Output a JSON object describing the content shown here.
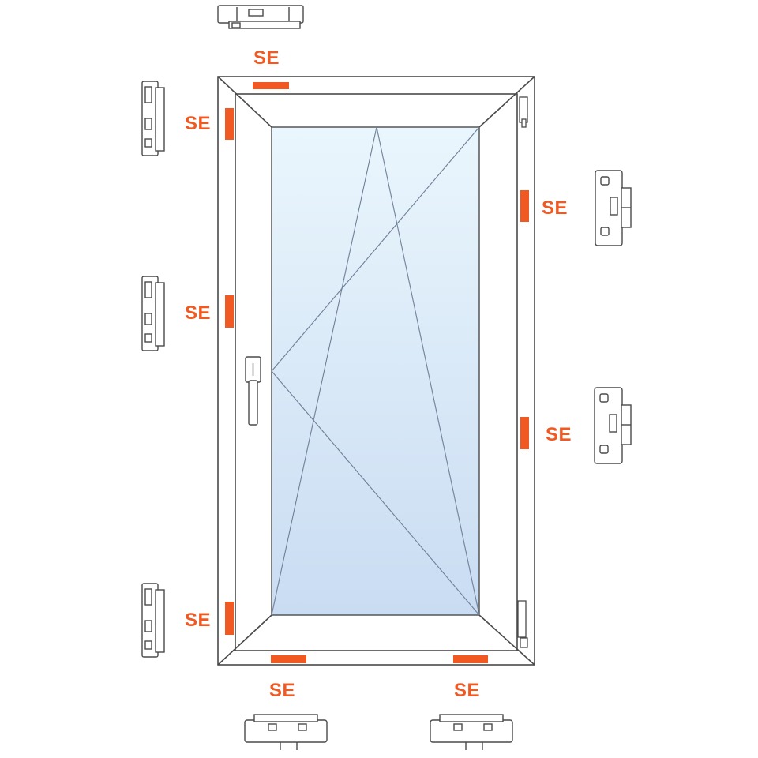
{
  "colors": {
    "marker": "#f05a22",
    "frame_stroke": "#4a4a4a",
    "glass_top": "#eaf6fd",
    "glass_bottom": "#c9dcf2",
    "opening_lines": "#6f7f96"
  },
  "labels": {
    "top": "SE",
    "left_upper": "SE",
    "left_middle": "SE",
    "left_lower": "SE",
    "right_upper": "SE",
    "right_lower": "SE",
    "bottom_left": "SE",
    "bottom_right": "SE"
  },
  "icons": {
    "hardware": "locking-cam-icon",
    "handle": "window-handle-icon",
    "hinge": "hinge-icon"
  }
}
